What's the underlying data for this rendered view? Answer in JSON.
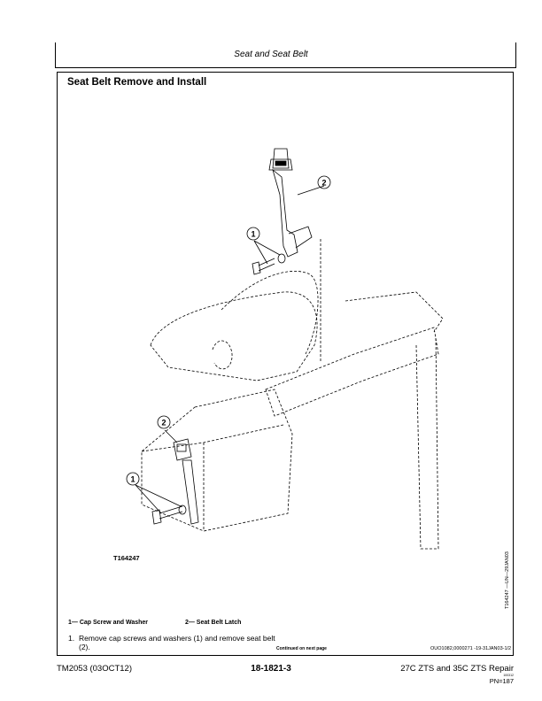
{
  "header": {
    "title": "Seat and Seat Belt"
  },
  "section": {
    "title": "Seat Belt Remove and Install"
  },
  "figure": {
    "id": "T164247",
    "side_ref": "T164247 —UN—29JAN03",
    "callouts": [
      "1",
      "2",
      "1",
      "2"
    ]
  },
  "legend": {
    "item1": "1— Cap Screw and Washer",
    "item2": "2— Seat Belt Latch"
  },
  "steps": [
    {
      "num": "1.",
      "text": "Remove cap screws and washers (1) and remove seat belt (2)."
    }
  ],
  "continued": "Continued on next page",
  "reference": "OUO1082,0000271 -19-31JAN03-1/2",
  "footer": {
    "left": "TM2053 (03OCT12)",
    "center": "18-1821-3",
    "right": "27C ZTS and 35C ZTS Repair",
    "small": "100312",
    "pn": "PN=187"
  }
}
